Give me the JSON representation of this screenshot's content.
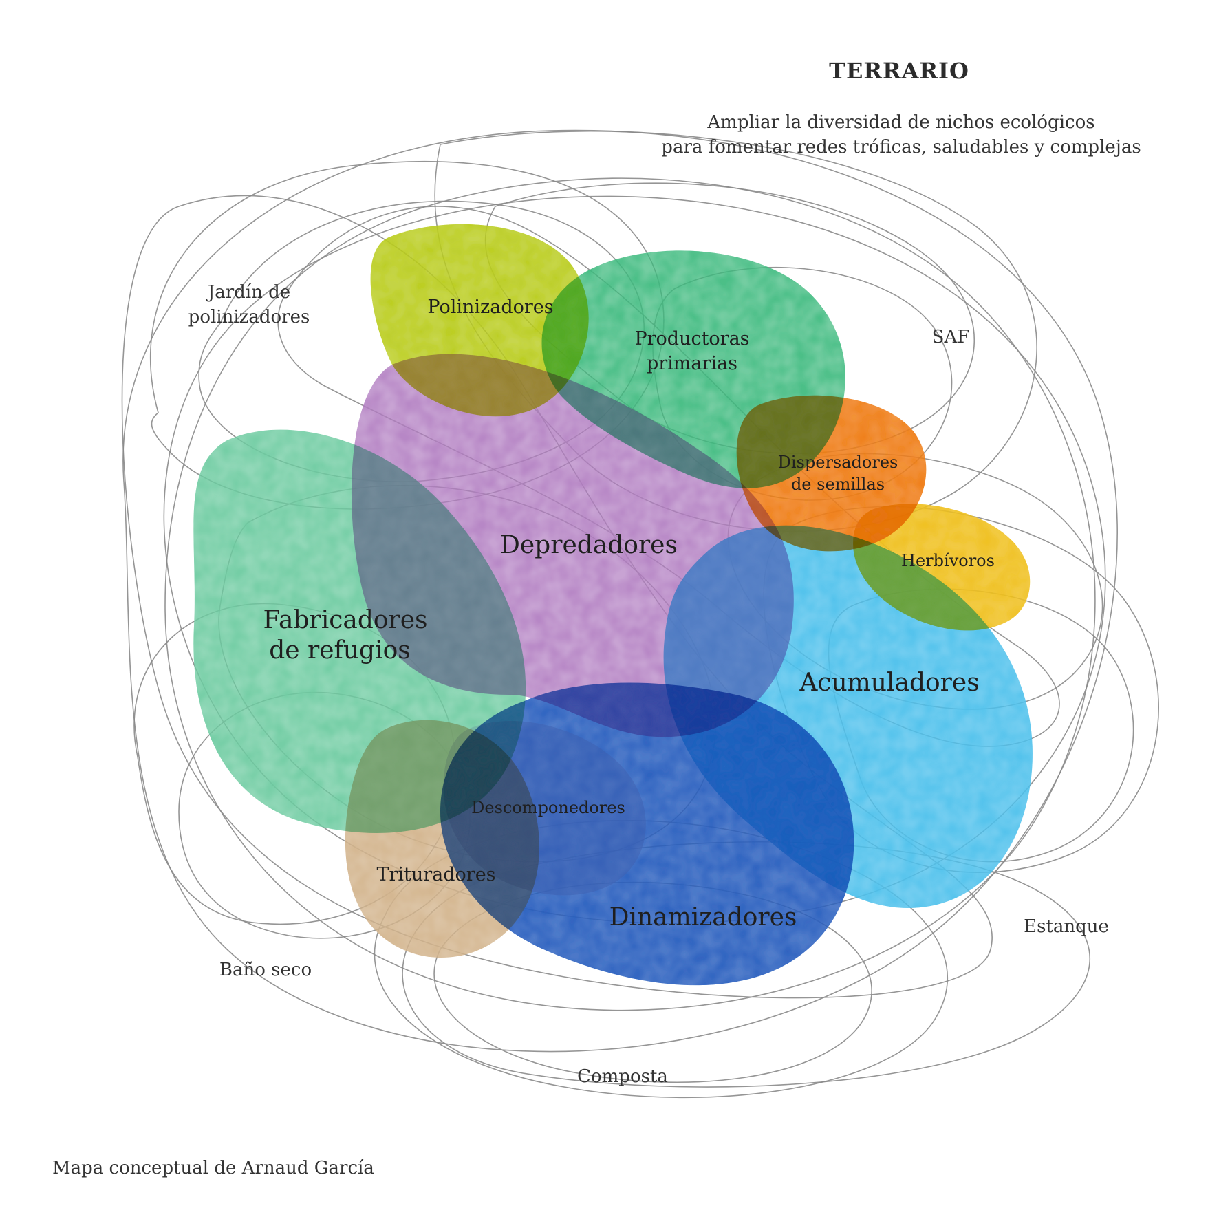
{
  "header": {
    "title": "TERRARIO",
    "subtitle_line1": "Ampliar la diversidad de nichos ecológicos",
    "subtitle_line2": "para fomentar redes tróficas, saludables y complejas"
  },
  "systems": {
    "jardin_line1": "Jardín de",
    "jardin_line2": "polinizadores",
    "saf": "SAF",
    "estanque": "Estanque",
    "bano_seco": "Baño seco",
    "composta": "Composta"
  },
  "guilds": {
    "polinizadores": {
      "label": "Polinizadores",
      "color": "#b9cc1e"
    },
    "productoras_line1": "Productoras",
    "productoras_line2": "primarias",
    "productoras_color": "#3dba7e",
    "dispersadores_line1": "Dispersadores",
    "dispersadores_line2": "de semillas",
    "dispersadores_color": "#f07d1a",
    "herbivoros": {
      "label": "Herbívoros",
      "color": "#f0c020"
    },
    "depredadores": {
      "label": "Depredadores",
      "color": "#b07cc0"
    },
    "fabricadores_line1": "Fabricadores",
    "fabricadores_line2": "de refugios",
    "fabricadores_color": "#6ccba0",
    "acumuladores": {
      "label": "Acumuladores",
      "color": "#4cc0ec"
    },
    "descomponedores": {
      "label": "Descomponedores",
      "color": "#c8c8e0"
    },
    "trituradores": {
      "label": "Trituradores",
      "color": "#d2b48c"
    },
    "dinamizadores": {
      "label": "Dinamizadores",
      "color": "#2a5fbf"
    }
  },
  "footer": {
    "credit": "Mapa conceptual de Arnaud García"
  }
}
